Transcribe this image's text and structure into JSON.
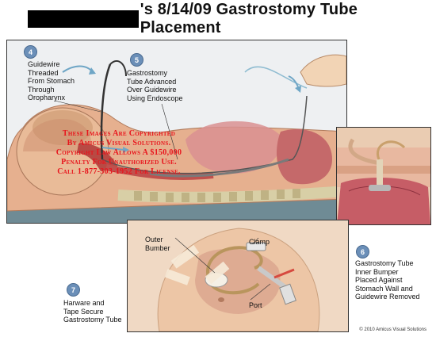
{
  "title": {
    "text": "'s 8/14/09 Gastrostomy Tube Placement"
  },
  "steps": [
    {
      "number": "4",
      "label": "Guidewire\nThreaded\nFrom Stomach\nThrough\nOropharynx"
    },
    {
      "number": "5",
      "label": "Gastrostomy\nTube Advanced\nOver Guidewire\nUsing Endoscope"
    },
    {
      "number": "6",
      "label": "Gastrostomy Tube\nInner Bumper\nPlaced Against\nStomach Wall and\nGuidewire Removed"
    },
    {
      "number": "7",
      "label": "Harware and\nTape Secure\nGastrostomy Tube"
    }
  ],
  "callouts": {
    "outer_bumper": "Outer\nBumber",
    "clamp": "Clamp",
    "port": "Port"
  },
  "watermark": {
    "lines": [
      "These Images Are Copyrighted",
      "By Amicus Visual Solutions.",
      "Copyright Law Allows A $150,000",
      "Penalty For Unauthorized Use.",
      "Call 1-877-303-1952 For License."
    ]
  },
  "footer": {
    "copyright": "© 2010 Amicus Visual Solutions"
  },
  "colors": {
    "watermark_red": "#e8141c",
    "badge_blue": "#6b8fb8",
    "skin": "#e9c3a2",
    "stomach": "#d98f8a"
  }
}
